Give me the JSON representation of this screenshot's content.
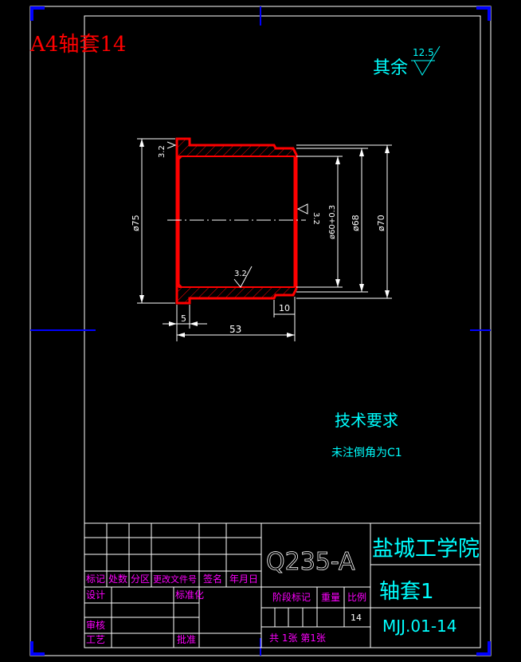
{
  "corner_label": "A4轴套14",
  "roughness_note": {
    "prefix": "其余",
    "value": "12.5"
  },
  "dimensions": {
    "outer_flange_dia": "ø75",
    "bore_dia": "ø60+0.3",
    "mid_dia": "ø68",
    "outer_dia": "ø70",
    "flange_len": "5",
    "total_len": "53",
    "end_len": "10"
  },
  "surface_marks": [
    "3.2",
    "3.2",
    "3.2"
  ],
  "tech_req": {
    "title": "技术要求",
    "note": "未注倒角为C1"
  },
  "title_block": {
    "material": "Q235-A",
    "school": "盐城工学院",
    "part_name": "轴套1",
    "drawing_no": "MJJ.01-14",
    "scale": "14",
    "sheets": "共 1张 第1张",
    "header_labels": [
      "标记",
      "处数",
      "分区",
      "更改文件号",
      "签名",
      "年月日"
    ],
    "design": "设计",
    "standardize": "标准化",
    "check": "审核",
    "process": "工艺",
    "approve": "批准",
    "stage": "阶段标记",
    "weight": "重量",
    "ratio": "比例"
  },
  "colors": {
    "outline": "#ff0000",
    "lines": "#ffffff",
    "dim": "#00ffff",
    "frame": "#0000ff",
    "text_magenta": "#ff00ff",
    "label_red": "#ff0000"
  }
}
